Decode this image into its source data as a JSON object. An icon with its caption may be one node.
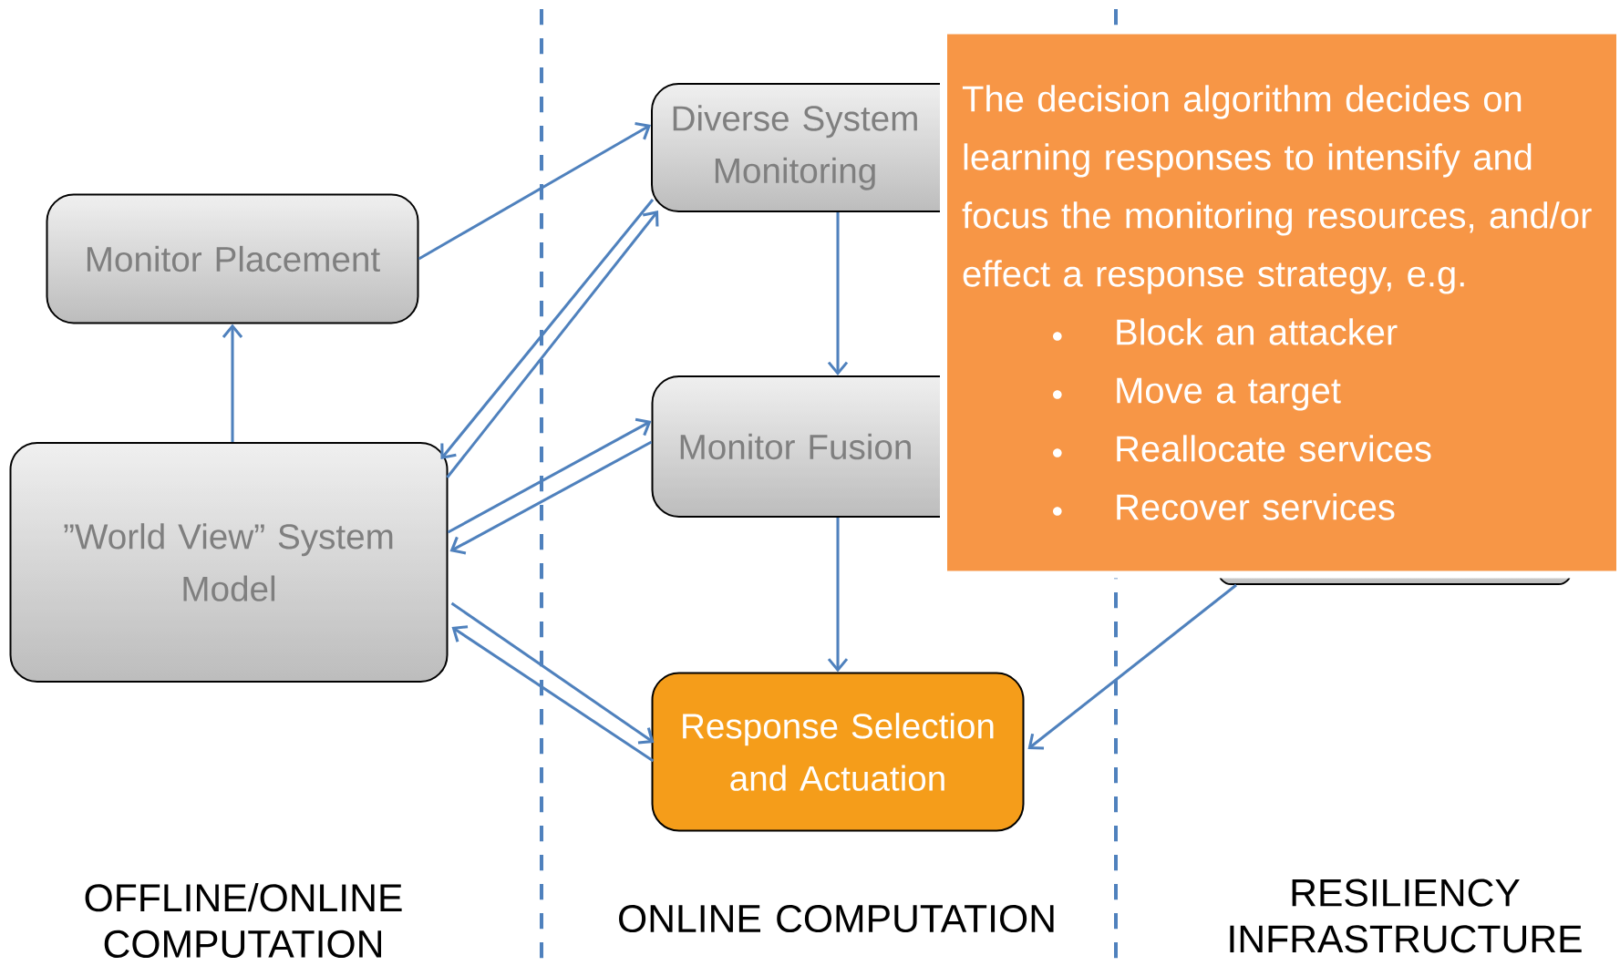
{
  "diagram": {
    "nodes": [
      {
        "text": [
          "Monitor Placement"
        ]
      },
      {
        "text": [
          "Diverse System Monitoring"
        ]
      },
      {
        "text": [
          "”World View” System Model"
        ]
      },
      {
        "text": [
          "Monitor Fusion"
        ]
      },
      {
        "text": [],
        "shape": "box"
      },
      {
        "text": [
          "Response Selection and Actuation"
        ]
      },
      {
        "text": [
          "The decision algorithm decides on learning responses to intensify and focus the monitoring resources, and/or effect a response strategy, e.g.",
          "Block an attacker",
          "Move a target",
          "Reallocate services",
          "Recover services"
        ]
      }
    ],
    "edges": [
      {
        "from": 0,
        "to": 1,
        "arrow": "to"
      },
      {
        "from": 2,
        "to": 0,
        "arrow": "to"
      },
      {
        "from": 1,
        "to": 2,
        "arrow": "to"
      },
      {
        "from": 2,
        "to": 1,
        "arrow": "to"
      },
      {
        "from": 2,
        "to": 3,
        "arrow": "to"
      },
      {
        "from": 3,
        "to": 2,
        "arrow": "to"
      },
      {
        "from": 2,
        "to": 5,
        "arrow": "to"
      },
      {
        "from": 5,
        "to": 2,
        "arrow": "to"
      },
      {
        "from": 1,
        "to": 3,
        "arrow": "to"
      },
      {
        "from": 3,
        "to": 5,
        "arrow": "to"
      },
      {
        "from": 4,
        "to": 5,
        "arrow": "to"
      }
    ],
    "labels": [
      "OFFLINE/ONLINE COMPUTATION",
      "ONLINE COMPUTATION",
      "RESILIENCY INFRASTRUCTURE"
    ]
  }
}
